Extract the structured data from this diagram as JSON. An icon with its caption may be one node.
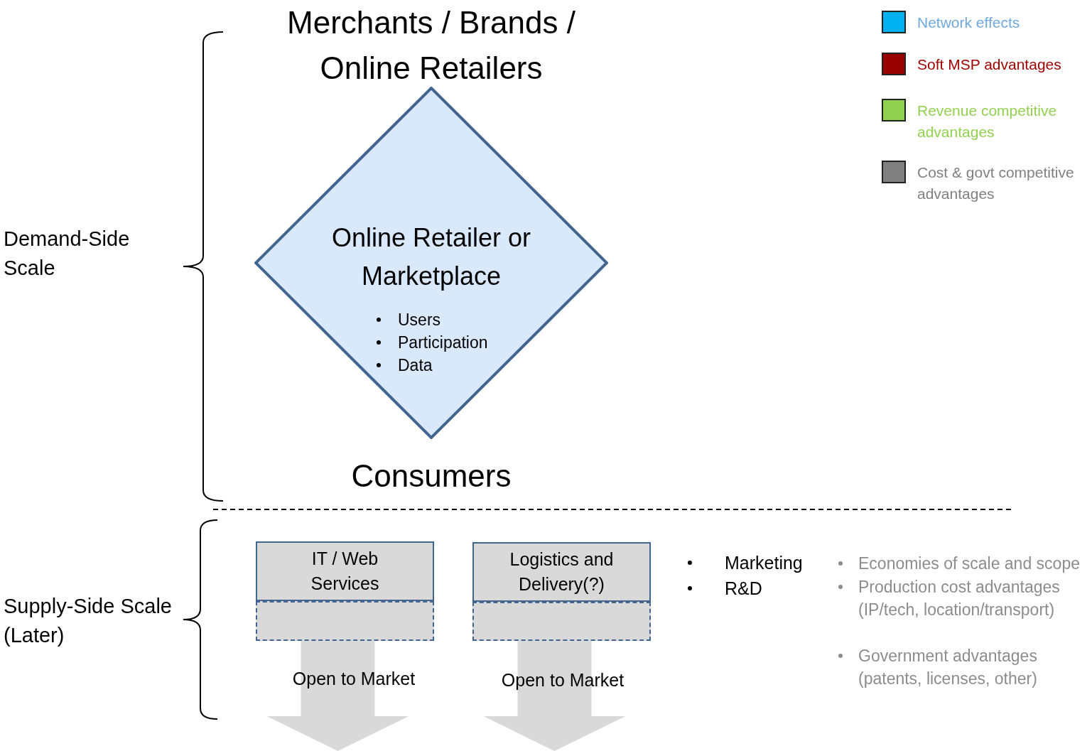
{
  "diagram": {
    "nodes": [
      {
        "text": [
          "Online Retailer or Marketplace",
          "Users",
          "Participation",
          "Data"
        ]
      },
      {
        "text": [
          "IT / Web Services"
        ]
      },
      {
        "text": [],
        "shape": "box"
      },
      {
        "text": [
          "Logistics and Delivery(?)"
        ]
      },
      {
        "text": [],
        "shape": "box"
      }
    ],
    "edges": [
      {
        "from": 2,
        "to": null,
        "arrow": "to",
        "label": "Open to Market"
      },
      {
        "from": 4,
        "to": null,
        "arrow": "to",
        "label": "Open to Market"
      }
    ],
    "labels": [
      "Merchants / Brands / Online Retailers",
      "Demand-Side Scale",
      "Consumers",
      "Supply-Side Scale (Later)",
      "Marketing",
      "R&D",
      "Economies of scale and scope",
      "Production cost advantages (IP/tech, location/transport)",
      "Government advantages (patents, licenses, other)"
    ],
    "legend": [
      {
        "text": "Network effects",
        "color": "#00b0f0"
      },
      {
        "text": "Soft MSP advantages",
        "color": "#990000"
      },
      {
        "text": "Revenue competitive advantages",
        "color": "#92d050"
      },
      {
        "text": "Cost & govt competitive advantages",
        "color": "#808080"
      }
    ]
  }
}
